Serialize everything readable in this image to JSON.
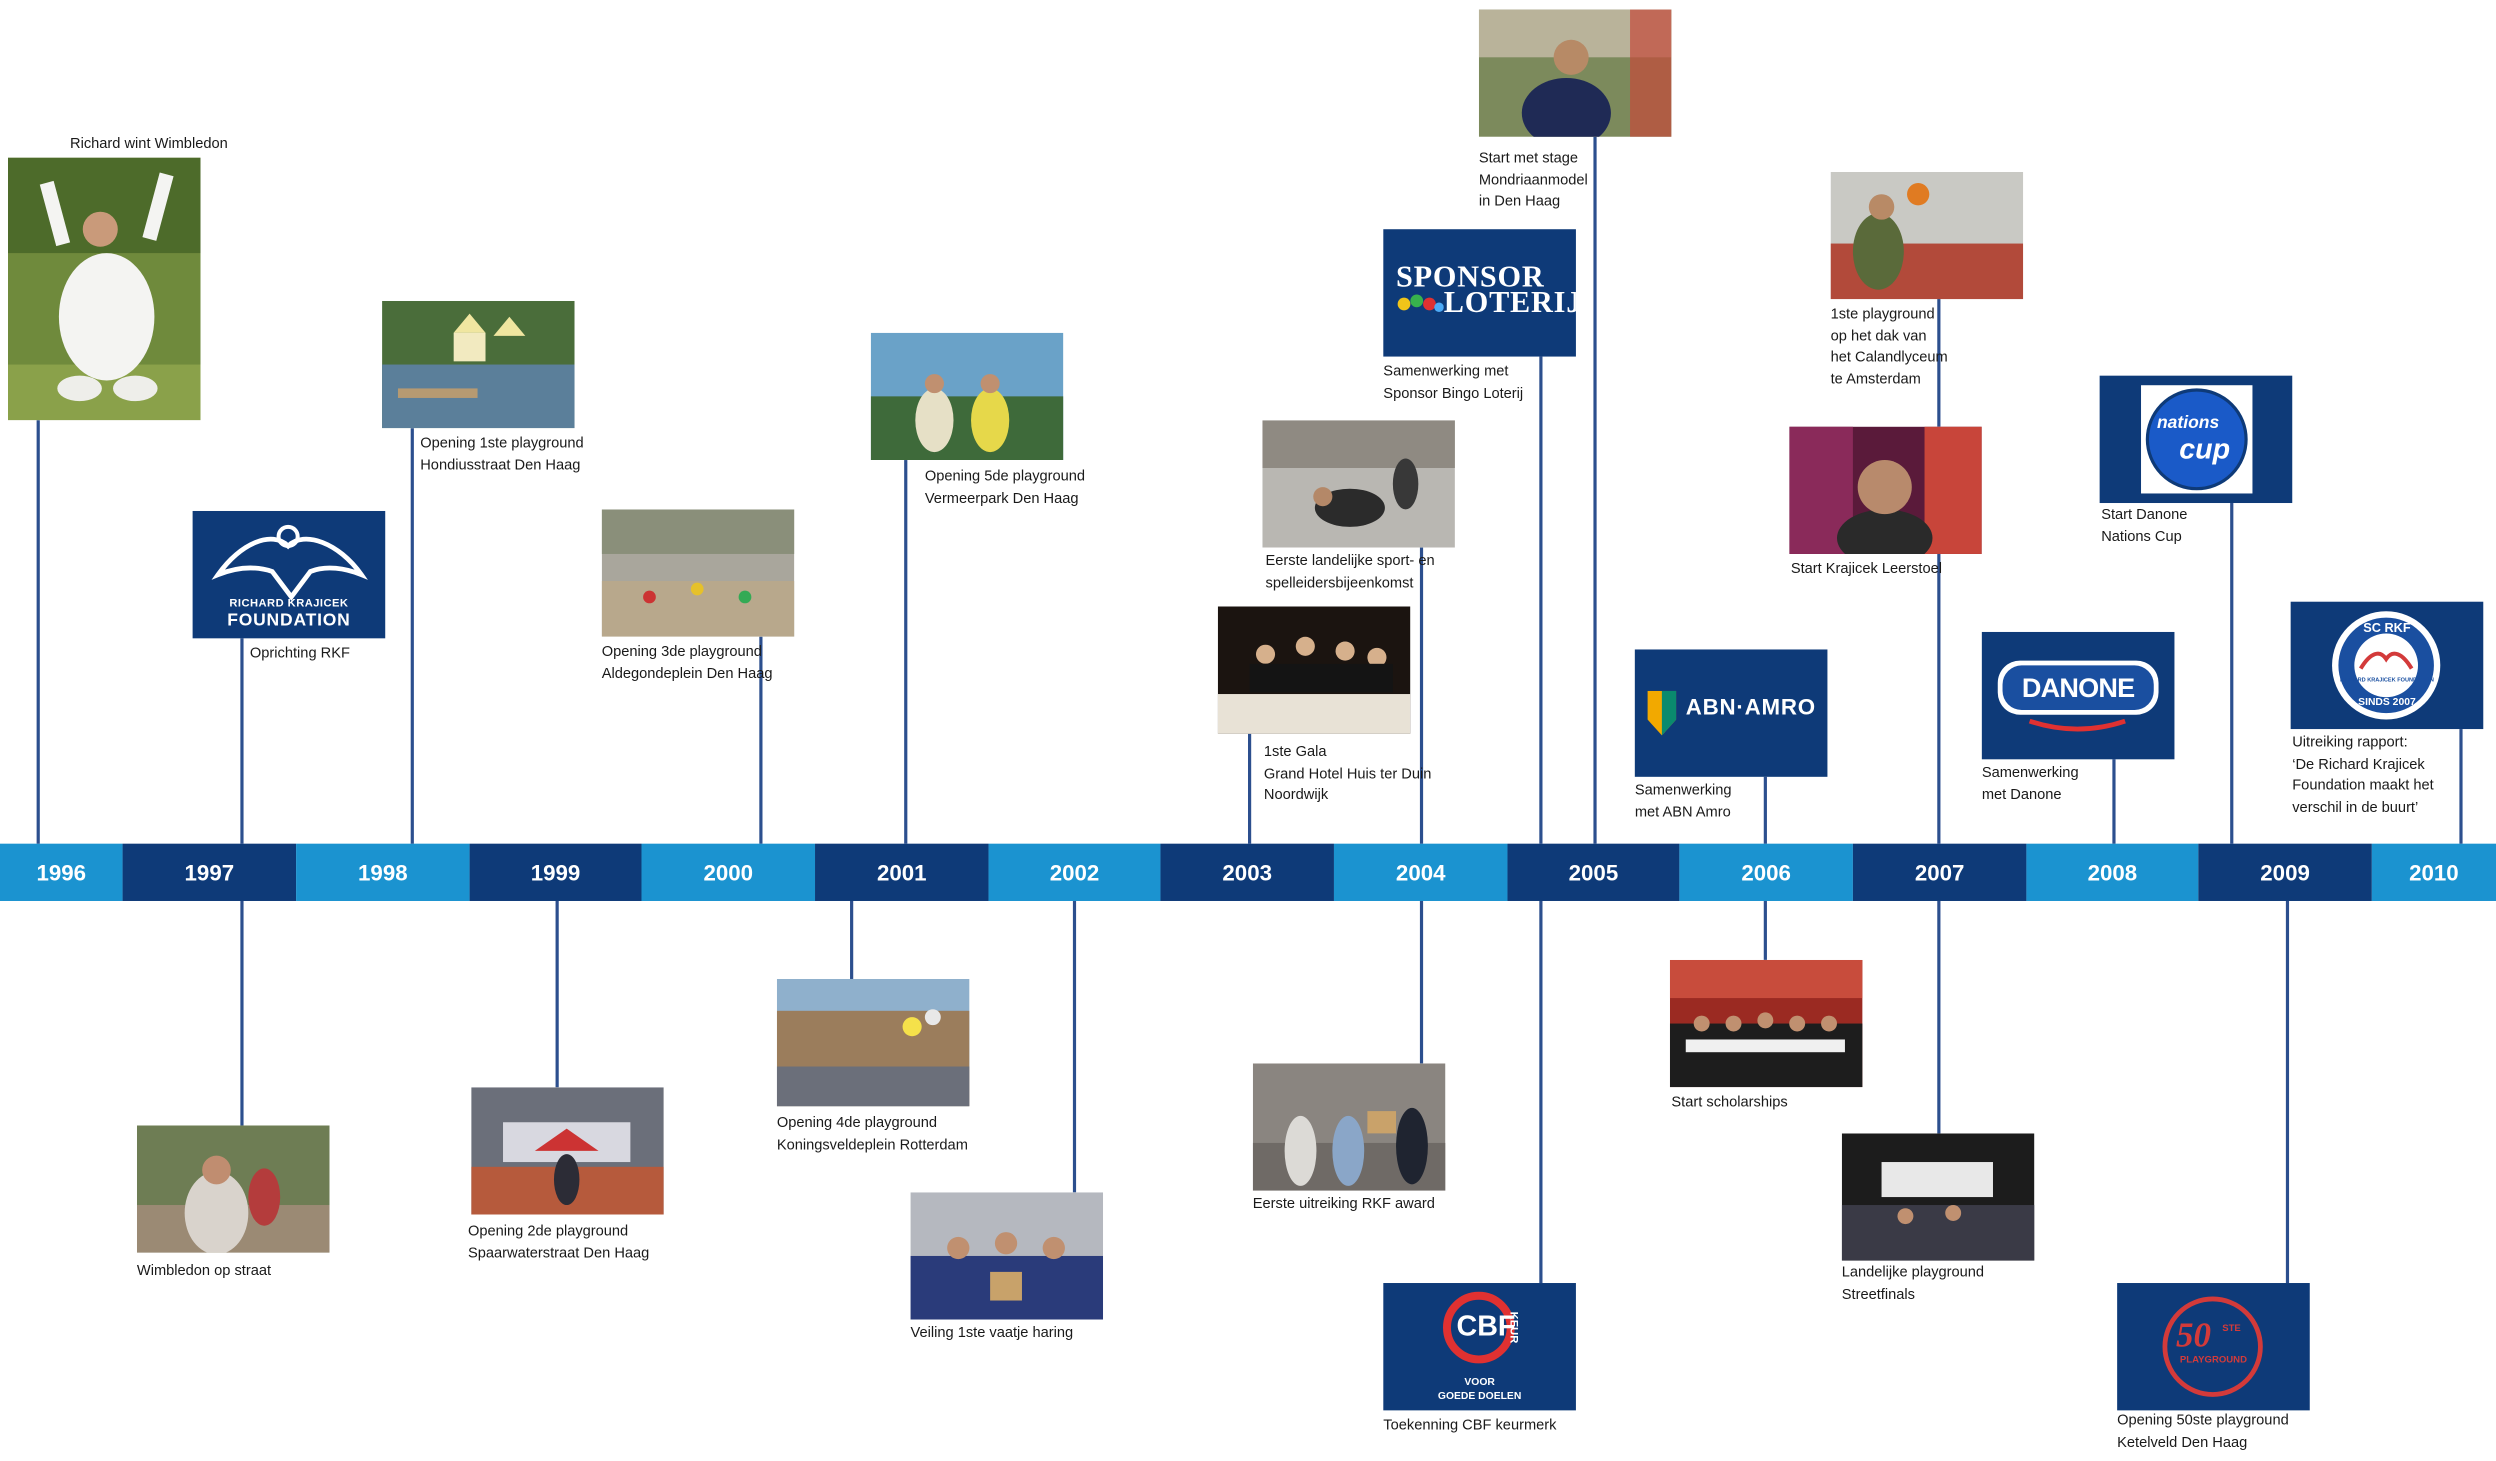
{
  "timeline": {
    "years": [
      "1996",
      "1997",
      "1998",
      "1999",
      "2000",
      "2001",
      "2002",
      "2003",
      "2004",
      "2005",
      "2006",
      "2007",
      "2008",
      "2009",
      "2010"
    ]
  },
  "colors": {
    "dark_blue": "#0e3a78",
    "light_blue": "#1b93d0",
    "connector": "#2c4f8e"
  },
  "events": [
    {
      "id": "wimbledon-win",
      "caption": [
        "Richard wint Wimbledon"
      ],
      "image": "photo"
    },
    {
      "id": "oprichting-rkf",
      "caption": [
        "Oprichting RKF"
      ],
      "image": "logo-rkf",
      "logo_text": [
        "RICHARD KRAJICEK",
        "FOUNDATION"
      ]
    },
    {
      "id": "wimbledon-straat",
      "caption": [
        "Wimbledon op straat"
      ],
      "image": "photo"
    },
    {
      "id": "playground-1",
      "caption": [
        "Opening 1ste playground",
        "Hondiusstraat Den Haag"
      ],
      "image": "photo"
    },
    {
      "id": "playground-2",
      "caption": [
        "Opening 2de playground",
        "Spaarwaterstraat Den Haag"
      ],
      "image": "photo"
    },
    {
      "id": "playground-3",
      "caption": [
        "Opening 3de playground",
        "Aldegondeplein Den Haag"
      ],
      "image": "photo"
    },
    {
      "id": "playground-4",
      "caption": [
        "Opening 4de playground",
        "Koningsveldeplein Rotterdam"
      ],
      "image": "photo"
    },
    {
      "id": "playground-5",
      "caption": [
        "Opening 5de playground",
        "Vermeerpark Den Haag"
      ],
      "image": "photo"
    },
    {
      "id": "veiling-haring",
      "caption": [
        "Veiling 1ste vaatje haring"
      ],
      "image": "photo"
    },
    {
      "id": "gala",
      "caption": [
        "1ste Gala",
        "Grand Hotel Huis ter Duin",
        "Noordwijk"
      ],
      "image": "photo"
    },
    {
      "id": "spelleiders",
      "caption": [
        "Eerste landelijke sport- en",
        "spelleidersbijeenkomst"
      ],
      "image": "photo"
    },
    {
      "id": "rkf-award",
      "caption": [
        "Eerste uitreiking RKF award"
      ],
      "image": "photo"
    },
    {
      "id": "sponsor-loterij",
      "caption": [
        "Samenwerking met",
        "Sponsor Bingo Loterij"
      ],
      "image": "logo-sponsor",
      "logo_text": [
        "SPONSOR",
        "LOTERIJ"
      ]
    },
    {
      "id": "cbf-keur",
      "caption": [
        "Toekenning CBF keurmerk"
      ],
      "image": "logo-cbf",
      "logo_text": [
        "CBF",
        "KEUR",
        "VOOR",
        "GOEDE DOELEN"
      ]
    },
    {
      "id": "stage-mondriaan",
      "caption": [
        "Start met stage",
        "Mondriaanmodel",
        "in Den Haag"
      ],
      "image": "photo"
    },
    {
      "id": "abn-amro",
      "caption": [
        "Samenwerking",
        "met ABN Amro"
      ],
      "image": "logo-abn",
      "logo_text": [
        "ABN·AMRO"
      ]
    },
    {
      "id": "scholarships",
      "caption": [
        "Start scholarships"
      ],
      "image": "photo"
    },
    {
      "id": "playground-calandlyceum",
      "caption": [
        "1ste playground",
        "op het dak van",
        "het Calandlyceum",
        "te Amsterdam"
      ],
      "image": "photo"
    },
    {
      "id": "leerstoel",
      "caption": [
        "Start Krajicek Leerstoel"
      ],
      "image": "photo"
    },
    {
      "id": "streetfinals",
      "caption": [
        "Landelijke playground",
        "Streetfinals"
      ],
      "image": "photo"
    },
    {
      "id": "danone",
      "caption": [
        "Samenwerking",
        "met Danone"
      ],
      "image": "logo-danone",
      "logo_text": [
        "DANONE"
      ]
    },
    {
      "id": "nations-cup",
      "caption": [
        "Start Danone",
        "Nations Cup"
      ],
      "image": "logo-nations",
      "logo_text": [
        "nations",
        "cup"
      ]
    },
    {
      "id": "playground-50",
      "caption": [
        "Opening 50ste playground",
        "Ketelveld Den Haag"
      ],
      "image": "logo-50",
      "logo_text": [
        "50",
        "STE",
        "PLAYGROUND"
      ]
    },
    {
      "id": "rapport",
      "caption": [
        "Uitreiking rapport:",
        "‘De Richard Krajicek",
        "Foundation maakt het",
        "verschil in de buurt’"
      ],
      "image": "logo-scrkf",
      "logo_text": [
        "SC RKF",
        "SINDS 2007",
        "RICHARD KRAJICEK FOUNDATION"
      ]
    }
  ]
}
